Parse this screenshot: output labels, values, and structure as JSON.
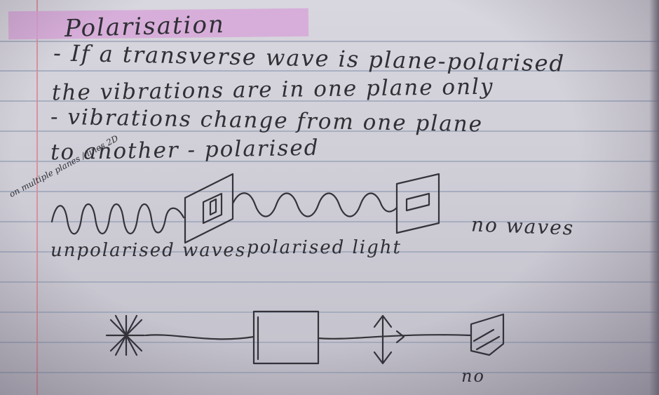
{
  "notes": {
    "title": "Polarisation",
    "lines": [
      "- If a transverse wave is plane-polarised",
      "the vibrations are in one plane only",
      "- vibrations change from one plane",
      "to another - polarised"
    ],
    "side_note": "on multiple planes / lines 2D",
    "labels": {
      "unpolarised": "unpolarised waves",
      "polarised": "polarised light",
      "no_waves": "no waves",
      "no": "no"
    }
  },
  "colors": {
    "paper": "#cfcdd6",
    "rule_line": "#9aa4b8",
    "margin_line": "#d98a95",
    "highlight": "#d7a4d8",
    "pencil": "#2f2f35"
  },
  "icons": [
    "unpolarised-star-icon",
    "polariser-filter-icon",
    "vertical-arrow-icon"
  ]
}
